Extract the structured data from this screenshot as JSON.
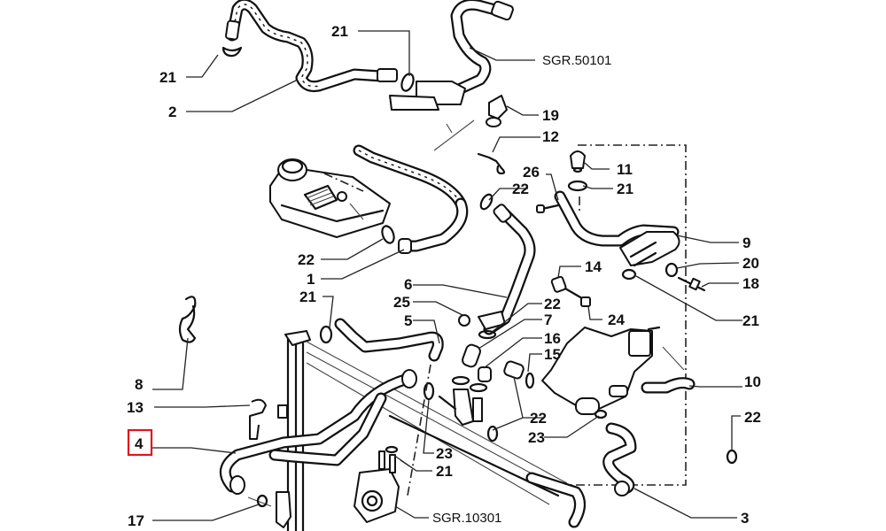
{
  "diagram": {
    "title": "Cooling system hoses exploded parts diagram",
    "highlight_color": "#e0151f",
    "highlighted_part": "4",
    "callouts": [
      {
        "id": "c-21-a",
        "label": "21",
        "part": "clamp"
      },
      {
        "id": "c-21-b",
        "label": "21",
        "part": "clamp"
      },
      {
        "id": "c-2",
        "label": "2",
        "part": "braided hose"
      },
      {
        "id": "c-sgr50101",
        "label": "SGR.50101",
        "part": "reference group"
      },
      {
        "id": "c-19",
        "label": "19",
        "part": "bleed valve"
      },
      {
        "id": "c-12",
        "label": "12",
        "part": "spring clip"
      },
      {
        "id": "c-11",
        "label": "11",
        "part": "cap"
      },
      {
        "id": "c-26",
        "label": "26",
        "part": "bolt"
      },
      {
        "id": "c-22-a",
        "label": "22",
        "part": "clamp"
      },
      {
        "id": "c-21-c",
        "label": "21",
        "part": "clamp"
      },
      {
        "id": "c-22-b",
        "label": "22",
        "part": "clamp"
      },
      {
        "id": "c-1",
        "label": "1",
        "part": "hose"
      },
      {
        "id": "c-9",
        "label": "9",
        "part": "pipe assembly"
      },
      {
        "id": "c-20",
        "label": "20",
        "part": "washer"
      },
      {
        "id": "c-18",
        "label": "18",
        "part": "stud"
      },
      {
        "id": "c-14",
        "label": "14",
        "part": "spacer"
      },
      {
        "id": "c-6",
        "label": "6",
        "part": "metal pipe"
      },
      {
        "id": "c-21-d",
        "label": "21",
        "part": "clamp"
      },
      {
        "id": "c-21-e",
        "label": "21",
        "part": "clamp"
      },
      {
        "id": "c-25",
        "label": "25",
        "part": "nut"
      },
      {
        "id": "c-22-c",
        "label": "22",
        "part": "clamp"
      },
      {
        "id": "c-24",
        "label": "24",
        "part": "bolt"
      },
      {
        "id": "c-5",
        "label": "5",
        "part": "hose"
      },
      {
        "id": "c-7",
        "label": "7",
        "part": "hose"
      },
      {
        "id": "c-16",
        "label": "16",
        "part": "plug"
      },
      {
        "id": "c-15",
        "label": "15",
        "part": "connector"
      },
      {
        "id": "c-8",
        "label": "8",
        "part": "bracket"
      },
      {
        "id": "c-10",
        "label": "10",
        "part": "hose"
      },
      {
        "id": "c-13",
        "label": "13",
        "part": "bracket"
      },
      {
        "id": "c-22-d",
        "label": "22",
        "part": "clamp"
      },
      {
        "id": "c-22-e",
        "label": "22",
        "part": "clamp"
      },
      {
        "id": "c-23-a",
        "label": "23",
        "part": "o-ring"
      },
      {
        "id": "c-4",
        "label": "4",
        "part": "radiator hose"
      },
      {
        "id": "c-23-b",
        "label": "23",
        "part": "o-ring"
      },
      {
        "id": "c-21-f",
        "label": "21",
        "part": "clamp"
      },
      {
        "id": "c-17",
        "label": "17",
        "part": "o-ring"
      },
      {
        "id": "c-sgr10301",
        "label": "SGR.10301",
        "part": "reference group"
      },
      {
        "id": "c-3",
        "label": "3",
        "part": "hose"
      }
    ]
  }
}
